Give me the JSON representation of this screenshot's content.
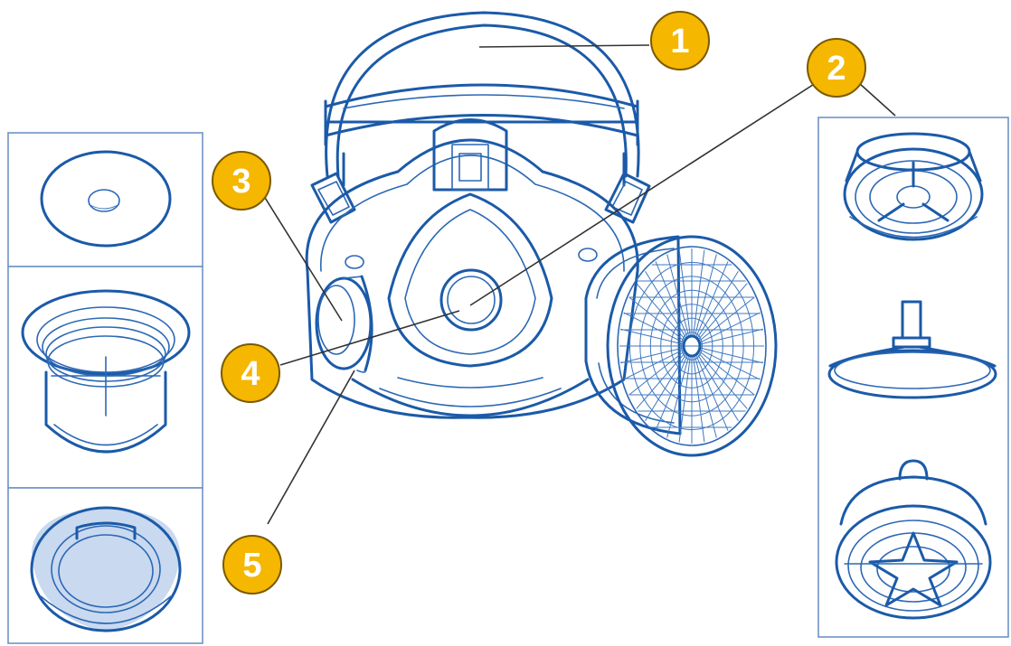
{
  "diagram": {
    "colors": {
      "line": "#1b5aa8",
      "badge_fill": "#f5b700",
      "panel_border": "#6f93c7"
    },
    "callouts": [
      {
        "label": "1"
      },
      {
        "label": "2"
      },
      {
        "label": "3"
      },
      {
        "label": "4"
      },
      {
        "label": "5"
      }
    ]
  }
}
